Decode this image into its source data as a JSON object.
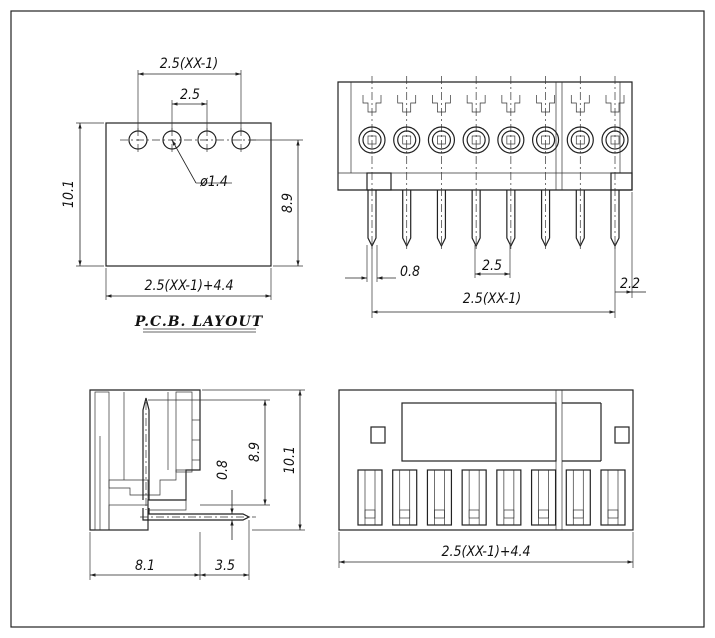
{
  "pcb_layout": {
    "title": "P.C.B. LAYOUT",
    "dim_pitch_span": "2.5(XX-1)",
    "dim_pitch": "2.5",
    "dim_hole": "ø1.4",
    "dim_height": "10.1",
    "dim_row": "8.9",
    "dim_width": "2.5(XX-1)+4.4"
  },
  "front_view": {
    "pin_count": 8,
    "dim_pin_width": "0.8",
    "dim_pitch": "2.5",
    "dim_edge": "2.2",
    "dim_span": "2.5(XX-1)"
  },
  "side_view": {
    "dim_pin": "0.8",
    "dim_inner_height": "8.9",
    "dim_height": "10.1",
    "dim_depth": "8.1",
    "dim_pin_extend": "3.5"
  },
  "top_view": {
    "pin_count": 8,
    "dim_width": "2.5(XX-1)+4.4"
  }
}
